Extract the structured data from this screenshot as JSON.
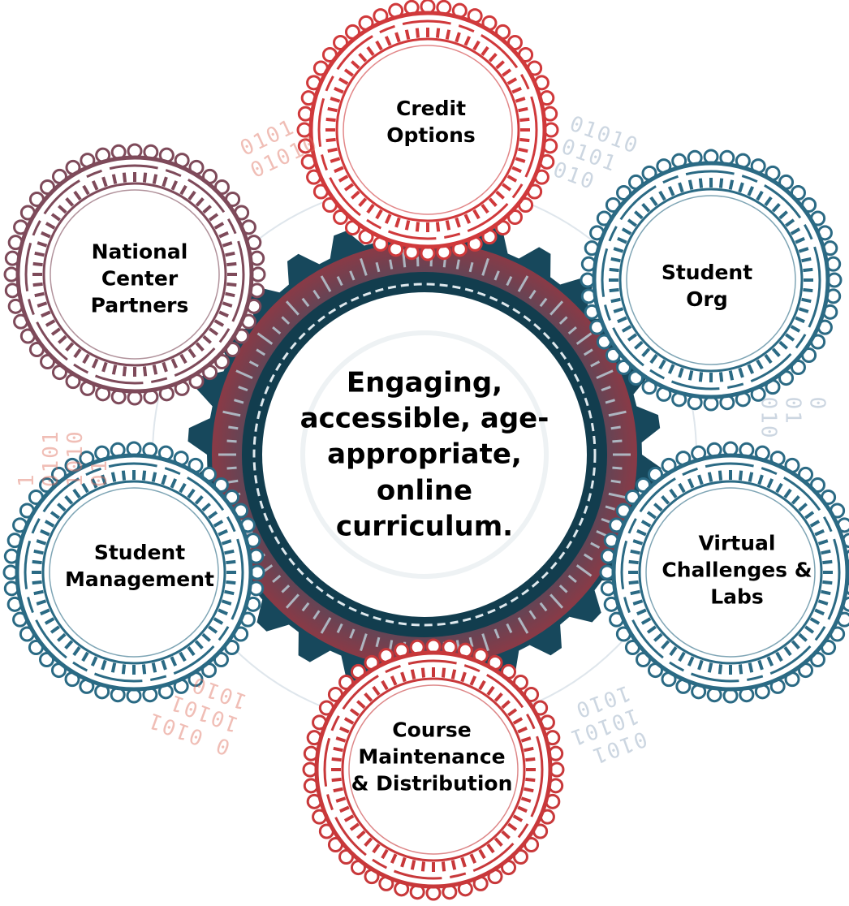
{
  "colors": {
    "red": "#d23a3a",
    "blue": "#2a6c86",
    "dark_teal": "#17485c",
    "mauve": "#8c4e5c",
    "binary_red": "#e07060",
    "binary_blue": "#8fa6bd",
    "inner_fill": "#ffffff"
  },
  "center": {
    "text": "Engaging,\naccessible, age-\nappropriate,\nonline\ncurriculum."
  },
  "nodes": [
    {
      "id": "credit-options",
      "text": "Credit\nOptions",
      "color": "#d0393b"
    },
    {
      "id": "national-center-partners",
      "text": "National\nCenter\nPartners",
      "color": "#7e4a5a"
    },
    {
      "id": "student-org",
      "text": "Student\nOrg",
      "color": "#2b6a84"
    },
    {
      "id": "student-management",
      "text": "Student\nManagement",
      "color": "#2a6a84"
    },
    {
      "id": "virtual-challenges-labs",
      "text": "Virtual\nChallenges &\nLabs",
      "color": "#2b6a84"
    },
    {
      "id": "course-maintenance-distribution",
      "text": "Course\nMaintenance\n& Distribution",
      "color": "#c8383a"
    }
  ],
  "decor": {
    "bits_left": "1\n0101\n1010\n01",
    "bits_upper_left": "0101\n01010",
    "bits_upper_right": "01010\n0101\n010",
    "bits_right": "0\n01\n010",
    "bits_lower_left": "0 0101\n10101\n1010",
    "bits_lower_right": "0101\n10101\n1010"
  }
}
